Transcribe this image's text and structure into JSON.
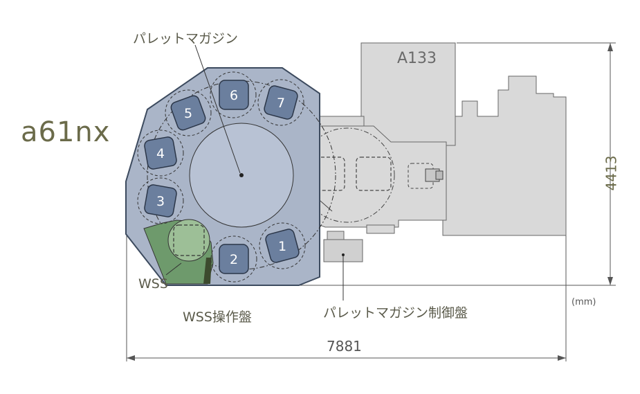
{
  "title": {
    "model": "a61nx"
  },
  "labels": {
    "pallet_magazine": "パレットマガジン",
    "machine": "A133",
    "wss": "WSS",
    "wss_panel": "WSS操作盤",
    "magazine_control_panel": "パレットマガジン制御盤",
    "unit": "(mm)"
  },
  "dimensions": {
    "width": "7881",
    "depth": "4413"
  },
  "stations": [
    "1",
    "2",
    "3",
    "4",
    "5",
    "6",
    "7"
  ],
  "colors": {
    "magazine_fill": "#aab5c8",
    "pallet_fill": "#6b7f9e",
    "machine_fill": "#d8d8d8",
    "wss_fill": "#6e9a6c",
    "label_text": "#5a5a4a"
  }
}
